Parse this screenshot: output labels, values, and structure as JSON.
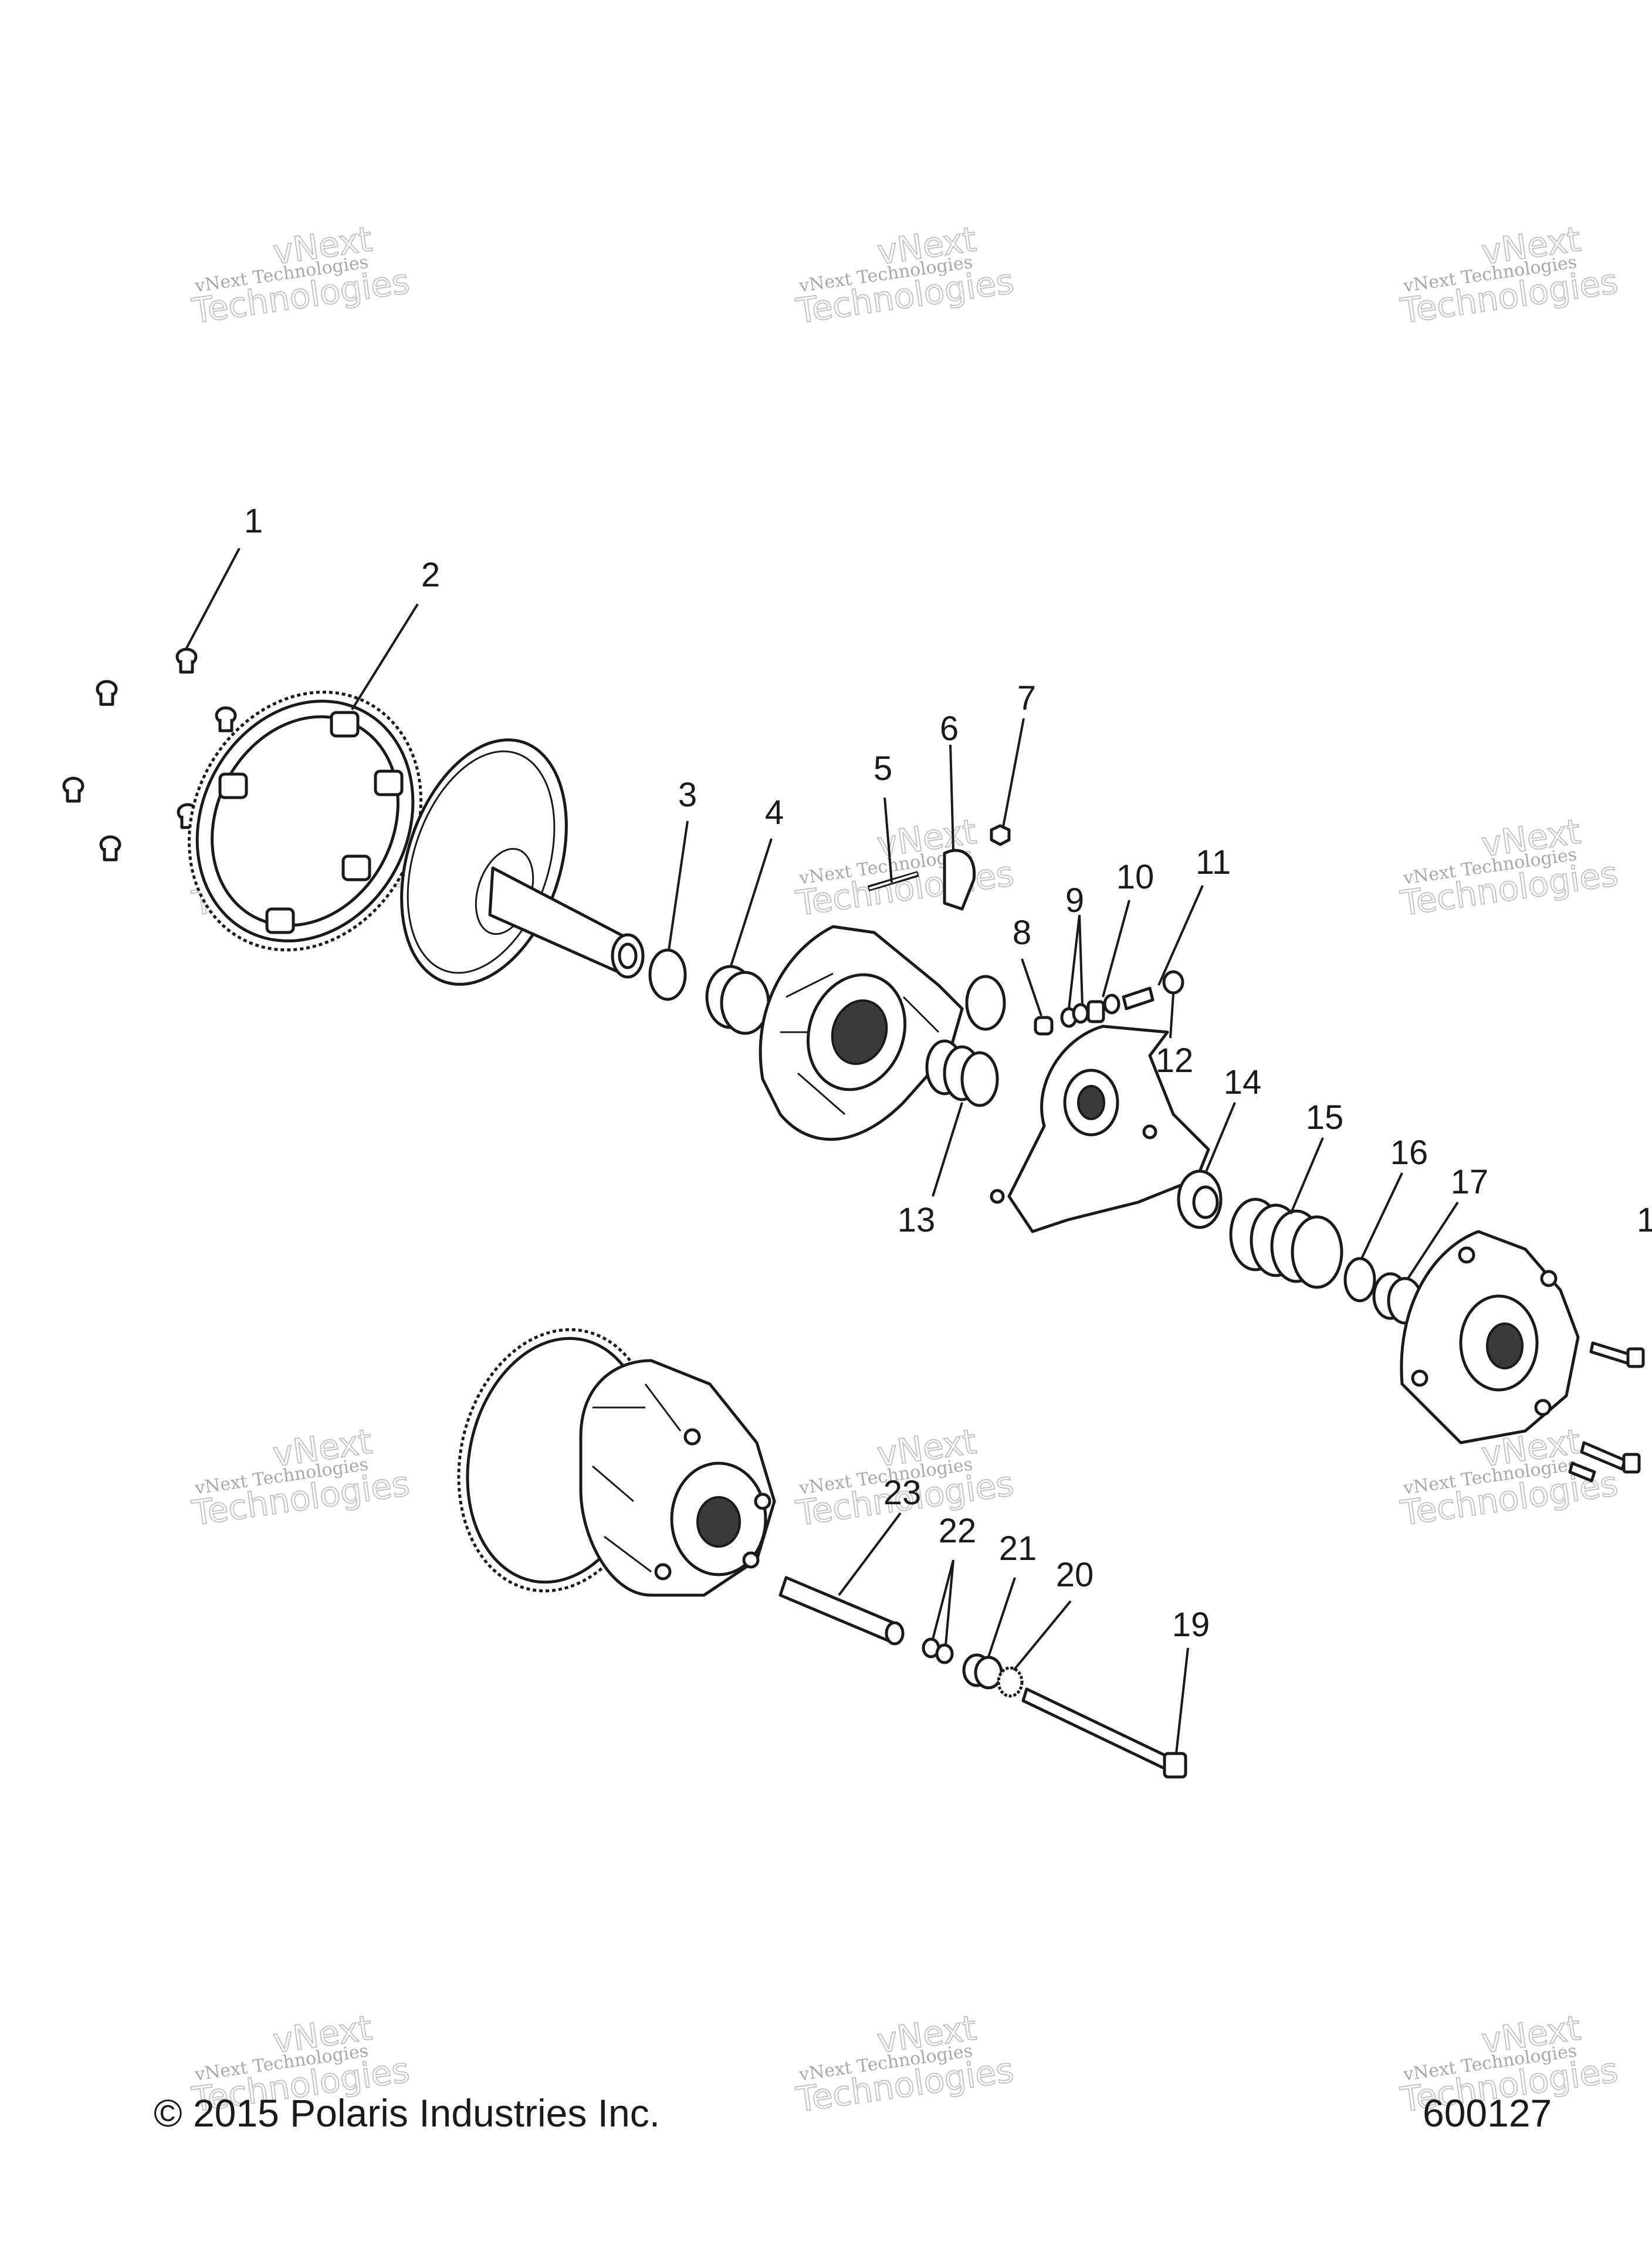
{
  "diagram": {
    "callouts": [
      "1",
      "2",
      "3",
      "4",
      "5",
      "6",
      "7",
      "8",
      "9",
      "10",
      "11",
      "12",
      "13",
      "14",
      "15",
      "16",
      "17",
      "1",
      "19",
      "20",
      "21",
      "22",
      "23"
    ]
  },
  "watermark": {
    "line1": "vNext Technologies",
    "line2": "vNext",
    "line3": "Technologies"
  },
  "footer": {
    "copyright": "© 2015 Polaris Industries Inc.",
    "figure_number": "600127"
  },
  "colors": {
    "ink": "#1a1a1a",
    "watermark": "#b0b0b0"
  }
}
